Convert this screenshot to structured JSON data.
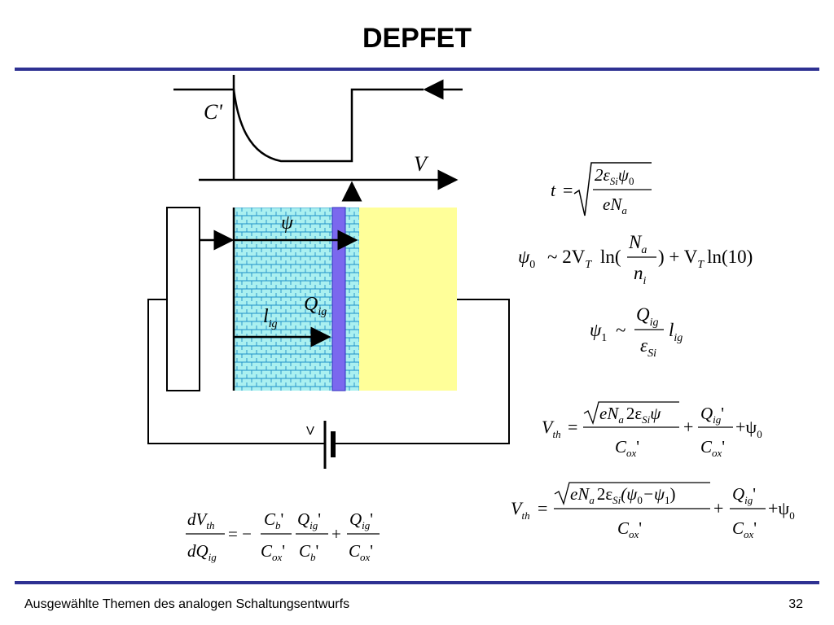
{
  "slide": {
    "title": "DEPFET",
    "footer": "Ausgewählte Themen des analogen Schaltungsentwurfs",
    "page_number": "32"
  },
  "diagram": {
    "cv_label_c": "C'",
    "cv_label_v": "V",
    "label_psi": "ψ",
    "label_q": "Q",
    "label_q_sub": "ig",
    "label_l": "l",
    "label_l_sub": "ig",
    "battery_label": "V"
  },
  "formulas": {
    "t_eq": {
      "lhs": "t",
      "eq": "=",
      "num": "2ε",
      "num_sub": "Si",
      "num_tail": "ψ",
      "num_tail_sub": "0",
      "den": "eN",
      "den_sub": "a"
    },
    "psi0": {
      "lhs": "ψ",
      "lhs_sub": "0",
      "mid": "~ 2V",
      "mid_sub": "T",
      "ln": "ln(",
      "num": "N",
      "num_sub": "a",
      "den": "n",
      "den_sub": "i",
      "tail": ") + V",
      "tail_sub": "T",
      "tail2": "ln(10)"
    },
    "psi1": {
      "lhs": "ψ",
      "lhs_sub": "1",
      "tilde": "~",
      "num": "Q",
      "num_sub": "ig",
      "den": "ε",
      "den_sub": "Si",
      "tail": "l",
      "tail_sub": "ig"
    },
    "vth1": {
      "lhs": "V",
      "lhs_sub": "th",
      "eq": "=",
      "num_a": "eN",
      "num_a_sub": "a",
      "num_b": "2ε",
      "num_b_sub": "Si",
      "num_c": "ψ",
      "den": "C",
      "den_sub": "ox",
      "prime": "'",
      "plus": "+",
      "q": "Q",
      "q_sub": "ig",
      "tail": "+ψ",
      "tail_sub": "0"
    },
    "vth2": {
      "lhs": "V",
      "lhs_sub": "th",
      "eq": "=",
      "num_a": "eN",
      "num_a_sub": "a",
      "num_b": "2ε",
      "num_b_sub": "Si",
      "num_c": "(ψ",
      "num_c_sub": "0",
      "num_d": "−ψ",
      "num_d_sub": "1",
      "num_e": ")",
      "den": "C",
      "den_sub": "ox",
      "prime": "'",
      "plus": "+",
      "q": "Q",
      "q_sub": "ig",
      "tail": "+ψ",
      "tail_sub": "0"
    },
    "dvdq": {
      "num": "dV",
      "num_sub": "th",
      "den": "dQ",
      "den_sub": "ig",
      "eq": "= −",
      "cb": "C",
      "cb_sub": "b",
      "cox": "C",
      "cox_sub": "ox",
      "q": "Q",
      "q_sub": "ig",
      "prime": "'",
      "plus": "+"
    }
  },
  "colors": {
    "rule": "#2e3192",
    "substrate_fill": "#aaf0f0",
    "substrate_pattern": "#1e90c8",
    "gate_layer": "#7b68ee",
    "gate_layer_border": "#3030c0",
    "oxide_region": "#ffff99"
  }
}
